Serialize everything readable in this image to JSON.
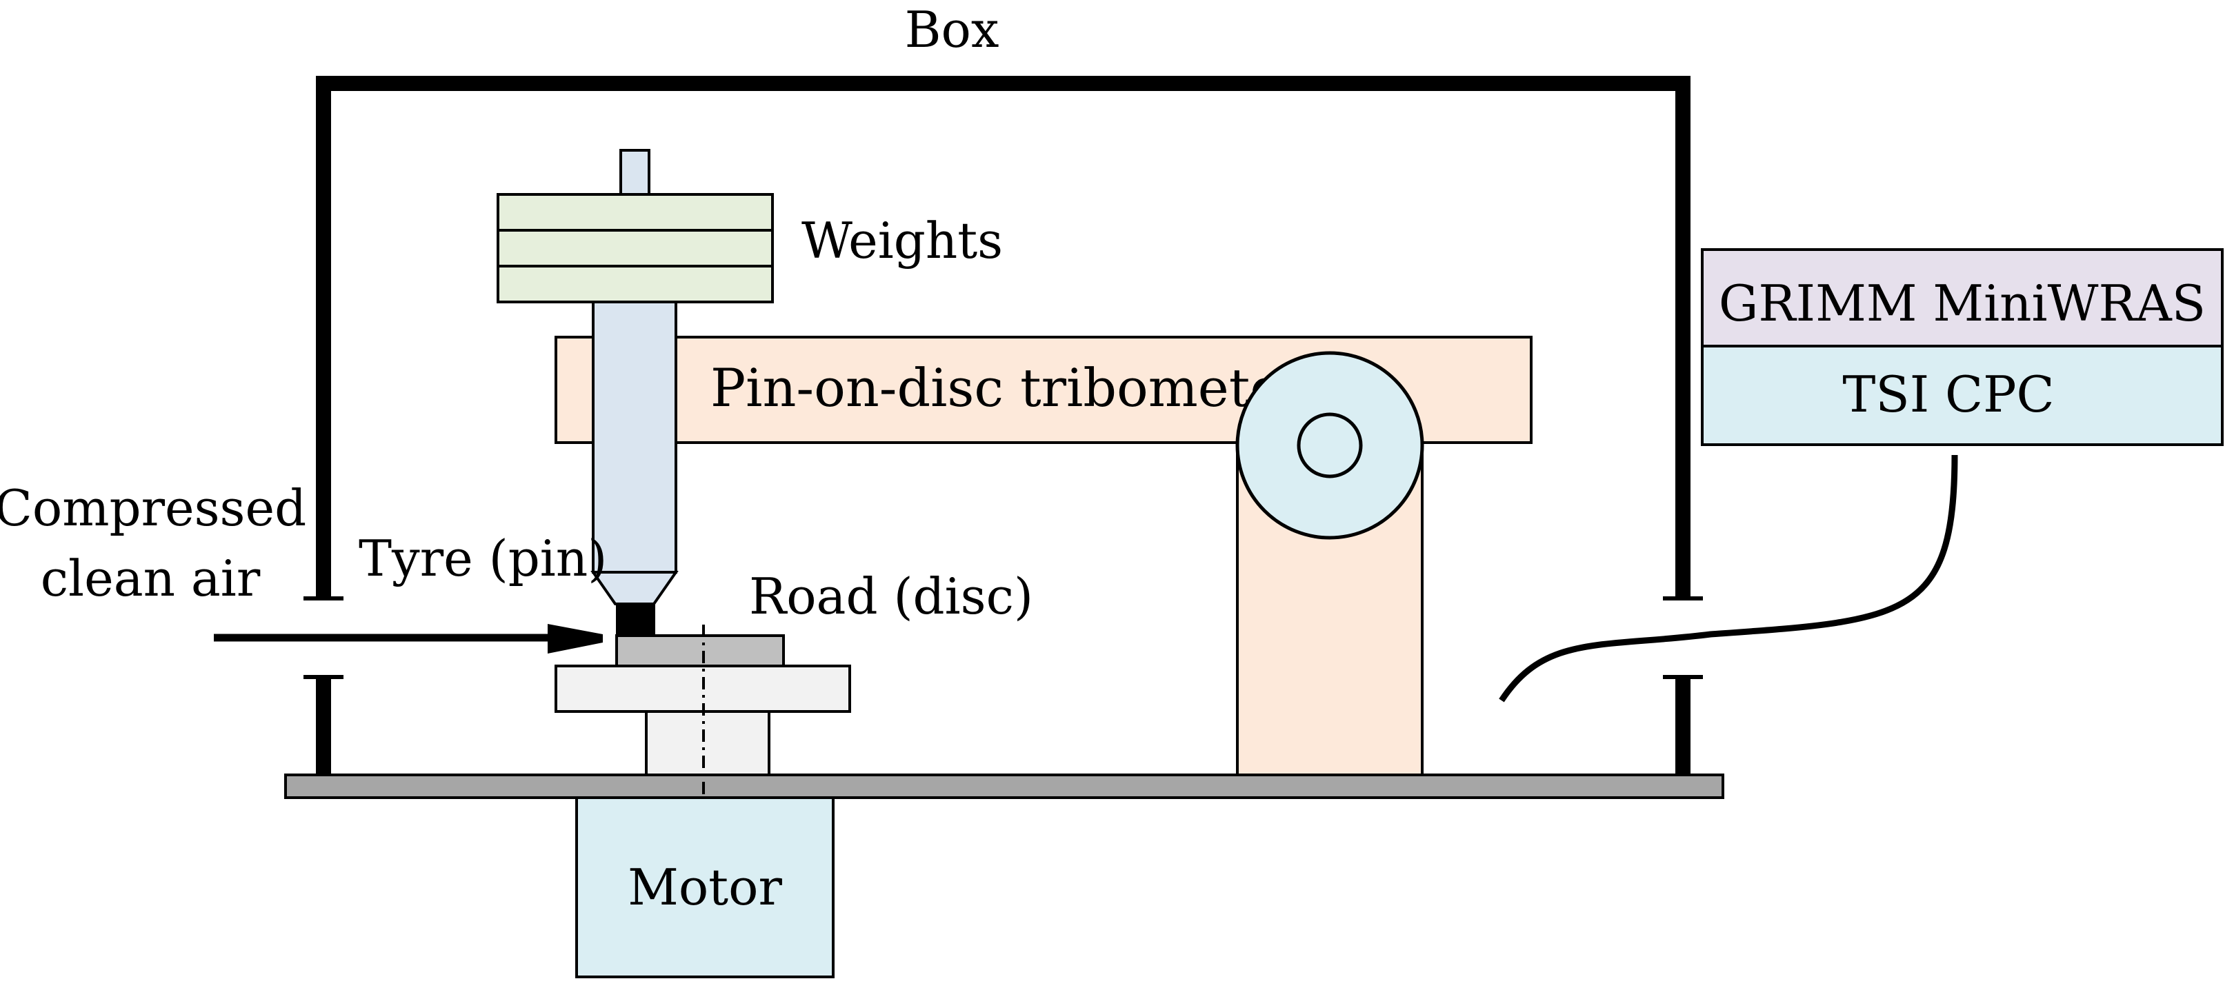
{
  "labels": {
    "box": "Box",
    "weights": "Weights",
    "tribometer": "Pin-on-disc tribometer",
    "compressed_line1": "Compressed",
    "compressed_line2": "clean air",
    "tyre": "Tyre (pin)",
    "road": "Road (disc)",
    "motor": "Motor",
    "grimm": "GRIMM MiniWRAS",
    "tsi": "TSI CPC"
  },
  "colors": {
    "weights_fill": "#e6efdc",
    "pin_fill": "#dae5f0",
    "tribometer_fill": "#fde9da",
    "wheel_fill": "#daeef3",
    "motor_fill": "#daeef3",
    "grimm_fill": "#e6e0ec",
    "tsi_fill": "#daeef3",
    "base_fill": "#a6a6a6",
    "disc_fill": "#bfbfbf",
    "platform_fill": "#f2f2f2",
    "stroke": "#000000"
  }
}
